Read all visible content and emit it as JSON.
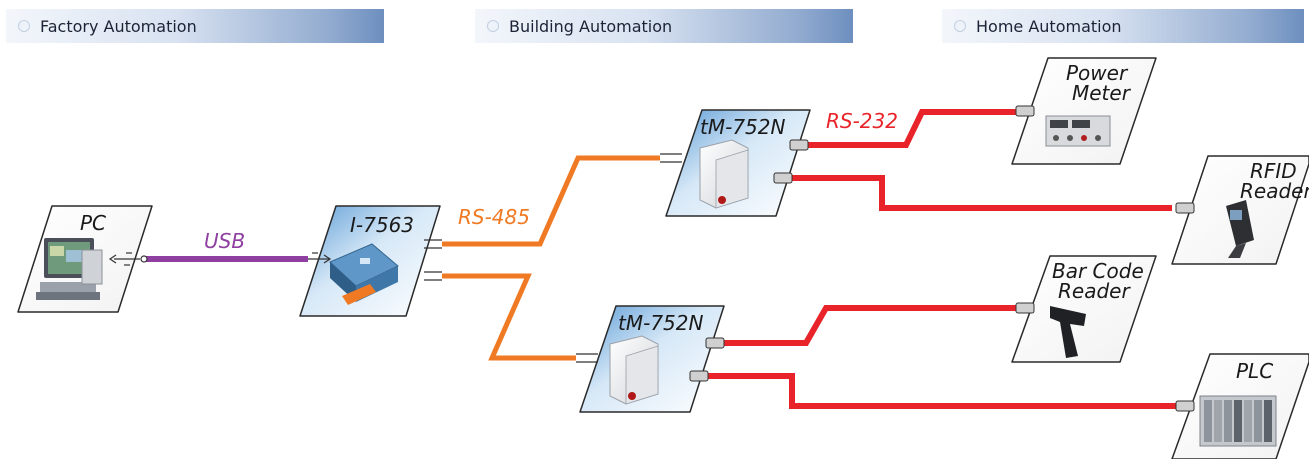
{
  "tabs": [
    {
      "label": "Factory Automation"
    },
    {
      "label": "Building Automation"
    },
    {
      "label": "Home Automation"
    }
  ],
  "devices": {
    "pc": "PC",
    "converter": "I-7563",
    "server_top": "tM-752N",
    "server_bottom": "tM-752N",
    "power_meter": [
      "Power",
      "Meter"
    ],
    "rfid": [
      "RFID",
      "Reader"
    ],
    "barcode": [
      "Bar Code",
      "Reader"
    ],
    "plc": "PLC"
  },
  "links": {
    "usb": "USB",
    "rs485": "RS-485",
    "rs232": "RS-232"
  },
  "colors": {
    "usb": "#8e3fa0",
    "rs485": "#f07a24",
    "rs232": "#e8242a",
    "usb_label": "#8e3fa0",
    "rs485_label": "#f07a24",
    "rs232_label": "#e8242a"
  }
}
